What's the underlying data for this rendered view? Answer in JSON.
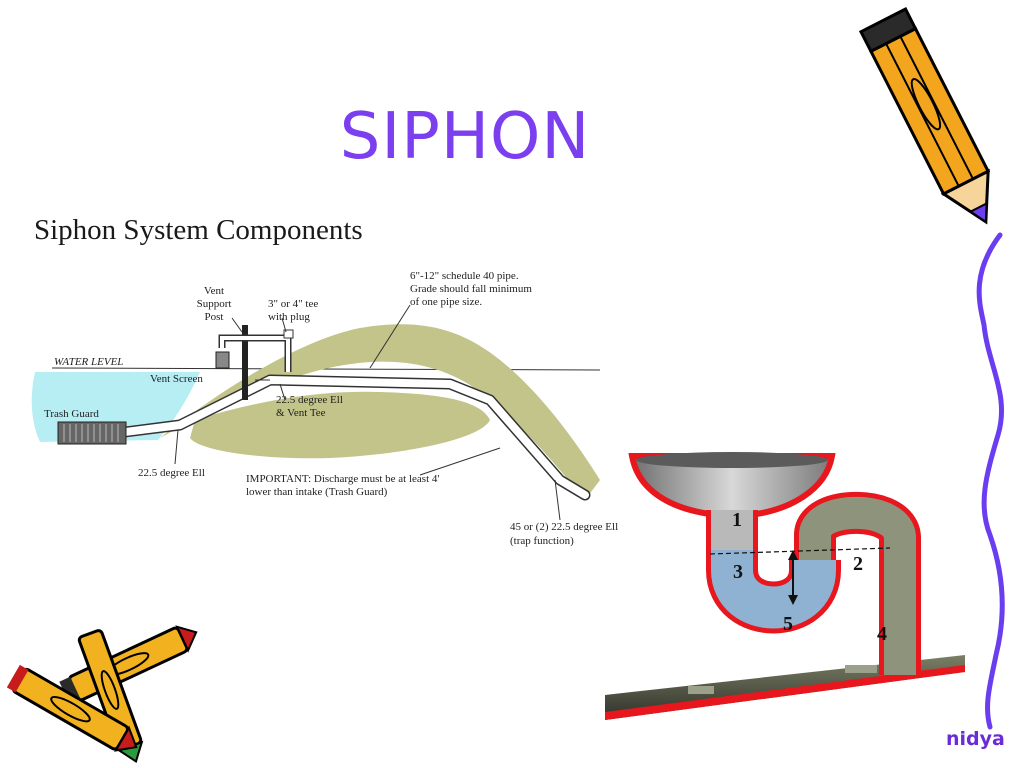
{
  "slide": {
    "title": "SIPHON",
    "credit": "nidya"
  },
  "colors": {
    "title": "#7b3fef",
    "accent_line": "#6a3df0",
    "water": "#b7eef4",
    "soil": "#c2c48a",
    "trap_rim": "#e8161d",
    "trap_water": "#8fb2d2"
  },
  "system_figure": {
    "title": "Siphon System Components",
    "labels": {
      "vent_support": [
        "Vent",
        "Support",
        "Post"
      ],
      "tee": [
        "3\" or 4\" tee",
        "with plug"
      ],
      "pipe": [
        "6\"-12\" schedule 40 pipe.",
        "Grade should fall minimum",
        "of one pipe size."
      ],
      "water_level": "WATER LEVEL",
      "vent_screen": "Vent Screen",
      "trash_guard": "Trash Guard",
      "ell_vent_tee": [
        "22.5 degree Ell",
        "& Vent Tee"
      ],
      "ell_intake": "22.5 degree Ell",
      "important": [
        "IMPORTANT: Discharge must be at least 4'",
        "lower than intake (Trash Guard)"
      ],
      "outlet_ell": [
        "45 or (2) 22.5 degree Ell",
        "(trap function)"
      ]
    }
  },
  "trap_figure": {
    "points": [
      "1",
      "2",
      "3",
      "4",
      "5"
    ]
  },
  "clipart": {
    "top_right": "pencil-icon",
    "bottom_left": "crayons-icon"
  }
}
